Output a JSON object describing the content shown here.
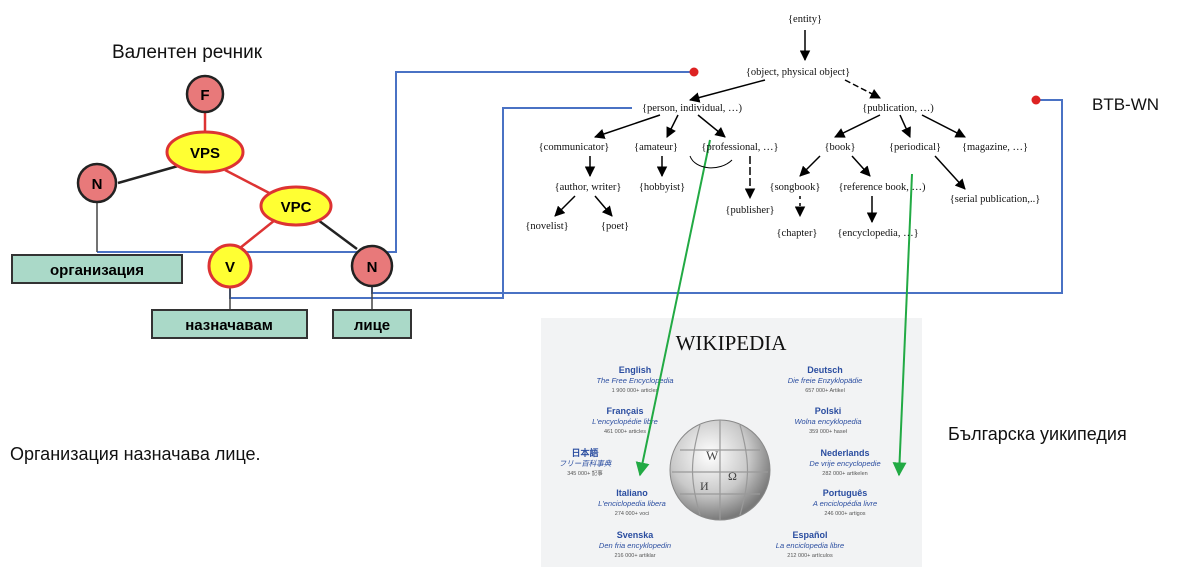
{
  "title_left": "Валентен речник",
  "label_btb": "BTB-WN",
  "label_wiki": "Българска уикипедия",
  "sentence": "Организация назначава лице.",
  "tree": {
    "F": "F",
    "VPS": "VPS",
    "N1": "N",
    "VPC": "VPC",
    "V": "V",
    "N2": "N"
  },
  "boxes": {
    "organization": "организация",
    "assign": "назначавам",
    "person": "лице"
  },
  "wordnet": {
    "entity": "{entity}",
    "object": "{object, physical object}",
    "person": "{person, individual,  …)",
    "publication": "{publication,  …)",
    "communicator": "{communicator}",
    "amateur": "{amateur}",
    "professional": "{professional, …}",
    "book": "{book}",
    "periodical": "{periodical}",
    "magazine": "{magazine, …}",
    "author": "{author, writer}",
    "hobbyist": "{hobbyist}",
    "songbook": "{songbook}",
    "reference": "{reference book,  …)",
    "publisher": "{publisher}",
    "serial": "{serial publication,..}",
    "novelist": "{novelist}",
    "poet": "{poet}",
    "chapter": "{chapter}",
    "encyclopedia": "{encyclopedia, …}"
  },
  "wikipedia": {
    "logo": "WIKIPEDIA",
    "langs": [
      {
        "name": "English",
        "sub": "The Free Encyclopedia",
        "count": "1 900 000+ articles"
      },
      {
        "name": "Deutsch",
        "sub": "Die freie Enzyklopädie",
        "count": "657 000+ Artikel"
      },
      {
        "name": "Français",
        "sub": "L'encyclopédie libre",
        "count": "461 000+ articles"
      },
      {
        "name": "Polski",
        "sub": "Wolna encyklopedia",
        "count": "359 000+ haseł"
      },
      {
        "name": "日本語",
        "sub": "フリー百科事典",
        "count": "345 000+ 記事"
      },
      {
        "name": "Nederlands",
        "sub": "De vrije encyclopedie",
        "count": "282 000+ artikelen"
      },
      {
        "name": "Italiano",
        "sub": "L'enciclopedia libera",
        "count": "274 000+ voci"
      },
      {
        "name": "Português",
        "sub": "A enciclopédia livre",
        "count": "246 000+ artigos"
      },
      {
        "name": "Svenska",
        "sub": "Den fria encyklopedin",
        "count": "216 000+ artiklar"
      },
      {
        "name": "Español",
        "sub": "La enciclopedia libre",
        "count": "212 000+ artículos"
      }
    ]
  },
  "colors": {
    "node_red": "#e8797a",
    "node_yellow": "#ffff33",
    "box_green": "#aad9c8",
    "link_blue": "#4a72c4",
    "link_green": "#22aa44",
    "tree_red": "#dd3333"
  }
}
